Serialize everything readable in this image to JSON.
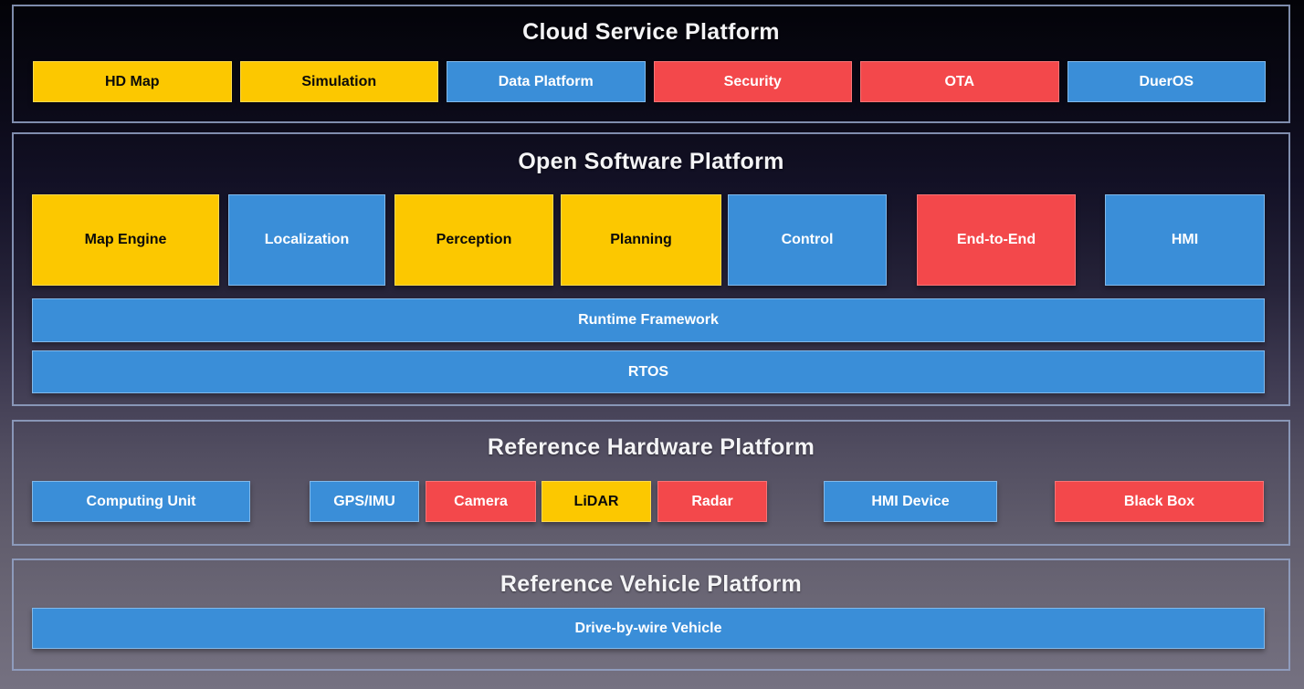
{
  "palette": {
    "yellow": "#fcc800",
    "blue": "#3a8ed8",
    "red": "#f3484b",
    "frame_border": "#94a5c8",
    "title_text": "#f4f4f6"
  },
  "diagram": {
    "sections": [
      {
        "title": "Cloud Service Platform",
        "boxes": [
          {
            "label": "HD Map",
            "color": "#fcc800"
          },
          {
            "label": "Simulation",
            "color": "#fcc800"
          },
          {
            "label": "Data Platform",
            "color": "#3a8ed8"
          },
          {
            "label": "Security",
            "color": "#f3484b"
          },
          {
            "label": "OTA",
            "color": "#f3484b"
          },
          {
            "label": "DuerOS",
            "color": "#3a8ed8"
          }
        ]
      },
      {
        "title": "Open Software Platform",
        "modules": [
          {
            "label": "Map Engine",
            "color": "#fcc800"
          },
          {
            "label": "Localization",
            "color": "#3a8ed8"
          },
          {
            "label": "Perception",
            "color": "#fcc800"
          },
          {
            "label": "Planning",
            "color": "#fcc800"
          },
          {
            "label": "Control",
            "color": "#3a8ed8"
          },
          {
            "label": "End-to-End",
            "color": "#f3484b"
          },
          {
            "label": "HMI",
            "color": "#3a8ed8"
          }
        ],
        "bars": [
          {
            "label": "Runtime Framework",
            "color": "#3a8ed8"
          },
          {
            "label": "RTOS",
            "color": "#3a8ed8"
          }
        ]
      },
      {
        "title": "Reference Hardware Platform",
        "boxes": [
          {
            "label": "Computing Unit",
            "color": "#3a8ed8"
          },
          {
            "label": "GPS/IMU",
            "color": "#3a8ed8"
          },
          {
            "label": "Camera",
            "color": "#f3484b"
          },
          {
            "label": "LiDAR",
            "color": "#fcc800"
          },
          {
            "label": "Radar",
            "color": "#f3484b"
          },
          {
            "label": "HMI Device",
            "color": "#3a8ed8"
          },
          {
            "label": "Black Box",
            "color": "#f3484b"
          }
        ]
      },
      {
        "title": "Reference Vehicle Platform",
        "bars": [
          {
            "label": "Drive-by-wire Vehicle",
            "color": "#3a8ed8"
          }
        ]
      }
    ]
  }
}
